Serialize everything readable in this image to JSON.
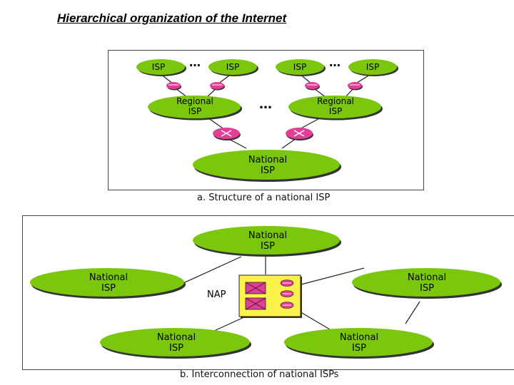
{
  "title": "Hierarchical organization of the Internet",
  "colors": {
    "node_fill": "#7ac70e",
    "node_shadow": "#333333",
    "router_fill": "#e33d95",
    "nap_fill": "#fbf34b",
    "line": "#222222"
  },
  "part_a": {
    "caption": "a. Structure of a national ISP",
    "isp_nodes": [
      "ISP",
      "ISP",
      "ISP",
      "ISP"
    ],
    "regional_nodes": [
      {
        "line1": "Regional",
        "line2": "ISP"
      },
      {
        "line1": "Regional",
        "line2": "ISP"
      }
    ],
    "national_node": {
      "line1": "National",
      "line2": "ISP"
    },
    "ellipsis": "…"
  },
  "part_b": {
    "caption": "b. Interconnection of national ISPs",
    "national_nodes": [
      {
        "line1": "National",
        "line2": "ISP"
      },
      {
        "line1": "National",
        "line2": "ISP"
      },
      {
        "line1": "National",
        "line2": "ISP"
      },
      {
        "line1": "National",
        "line2": "ISP"
      },
      {
        "line1": "National",
        "line2": "ISP"
      }
    ],
    "nap_label": "NAP"
  }
}
